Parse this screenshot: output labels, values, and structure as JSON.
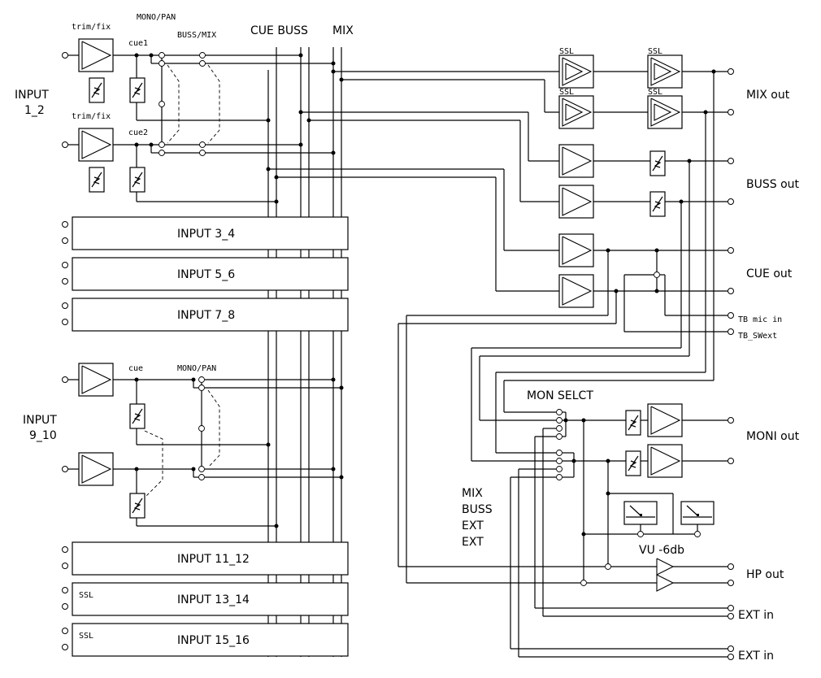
{
  "labels": {
    "trim_fix_1": "trim/fix",
    "trim_fix_2": "trim/fix",
    "mono_pan_top": "MONO/PAN",
    "buss_mix": "BUSS/MIX",
    "cue1": "cue1",
    "cue2": "cue2",
    "input_1_2_line1": "INPUT",
    "input_1_2_line2": "1_2",
    "cue_buss_header": "CUE  BUSS",
    "mix_header": "MIX",
    "ssl": "SSL",
    "mix_out": "MIX out",
    "buss_out": "BUSS out",
    "cue_out": "CUE out",
    "tb_mic_in": "TB mic in",
    "tb_swext": "TB_SWext",
    "mon_selct": "MON SELCT",
    "moni_out": "MONI out",
    "vu": "VU  -6db",
    "hp_out": "HP out",
    "ext_in_1": "EXT in",
    "ext_in_2": "EXT in",
    "src_mix": "MIX",
    "src_buss": "BUSS",
    "src_ext_1": "EXT",
    "src_ext_2": "EXT",
    "input_9_10_line1": "INPUT",
    "input_9_10_line2": "9_10",
    "cue_small": "cue",
    "mono_pan_bottom": "MONO/PAN",
    "ssl_small": "SSL"
  },
  "input_blocks": [
    {
      "label": "INPUT 3_4"
    },
    {
      "label": "INPUT 5_6"
    },
    {
      "label": "INPUT 7_8"
    },
    {
      "label": "INPUT 11_12"
    },
    {
      "label": "INPUT 13_14"
    },
    {
      "label": "INPUT 15_16"
    }
  ]
}
